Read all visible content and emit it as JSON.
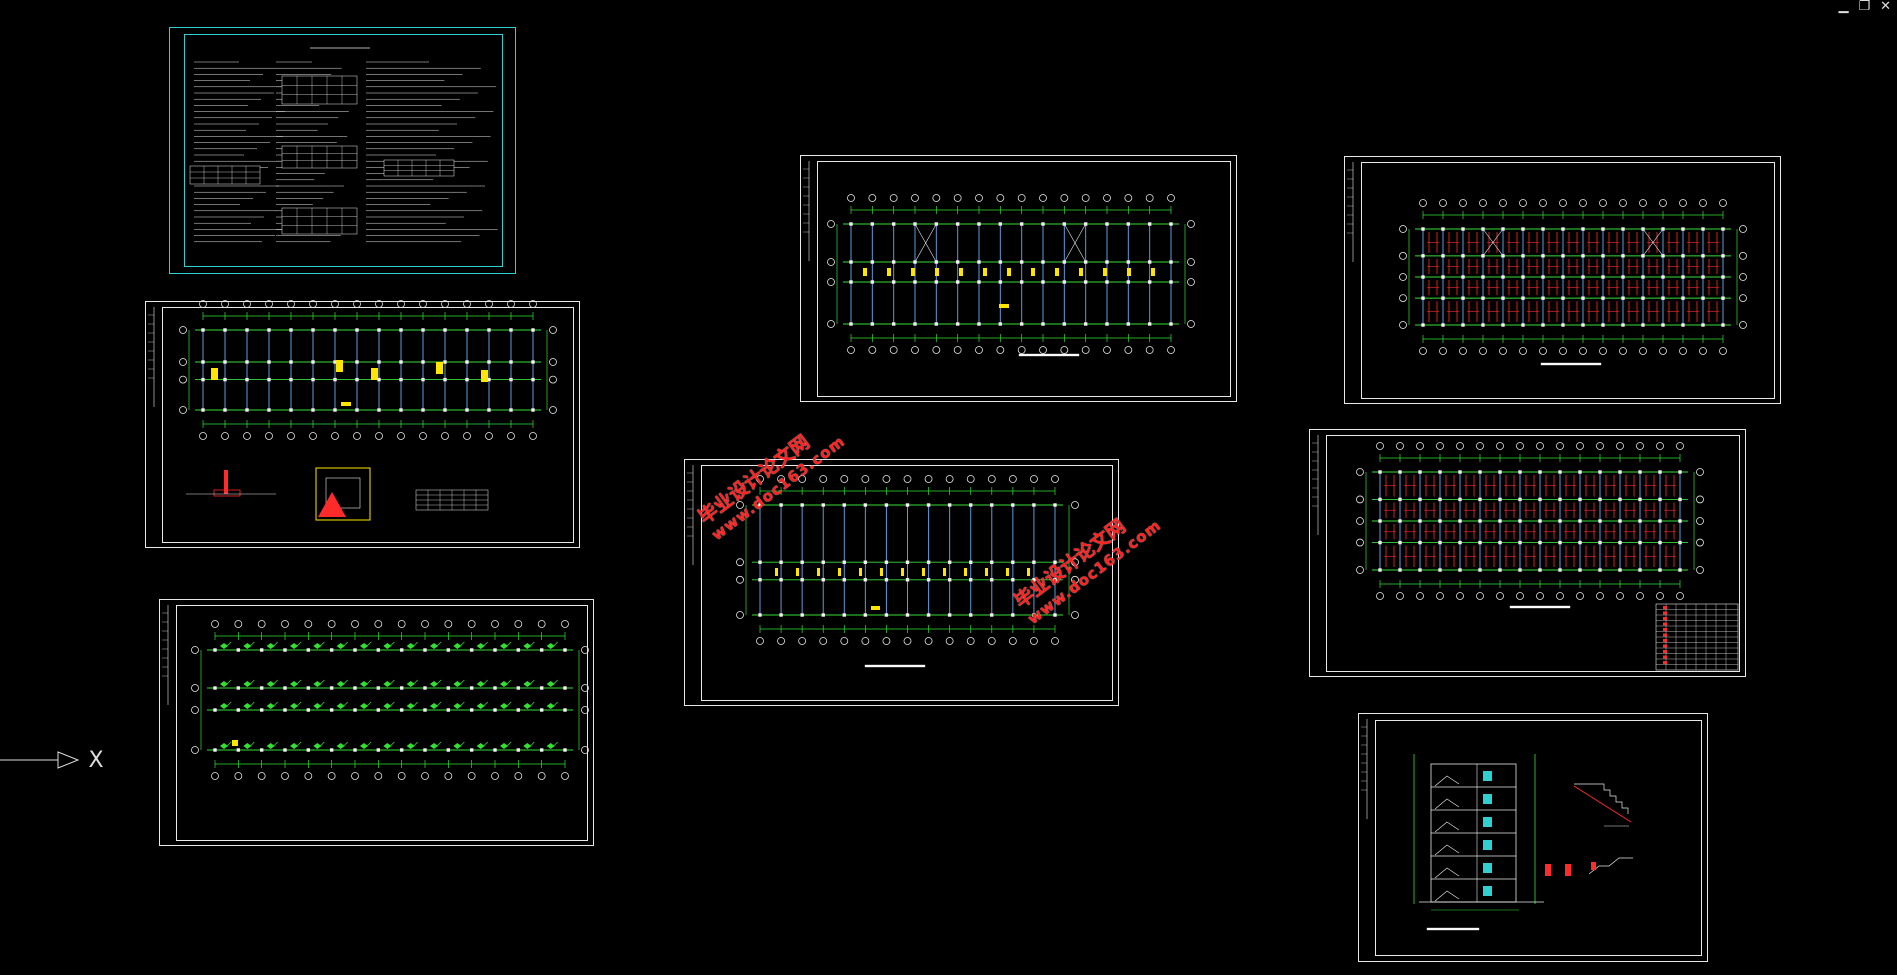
{
  "window_controls": {
    "minimize": "▁",
    "restore": "❐",
    "close": "✕"
  },
  "ucs": {
    "x_label": "X"
  },
  "watermarks": [
    {
      "line1": "毕业设计论文网",
      "line2": "www.doc163.com"
    },
    {
      "line1": "毕业设计论文网",
      "line2": "www.doc163.com"
    }
  ],
  "colors": {
    "background": "#000000",
    "frame": "#e8e8e8",
    "cyan": "#2fd0d0",
    "green": "#32e032",
    "column_blue": "#5a9bdc",
    "red": "#ff2a2a",
    "yellow": "#ffe600",
    "watermark": "#ff2020"
  },
  "sheets": [
    {
      "id": "design-notes",
      "kind": "notes"
    },
    {
      "id": "foundation-plan",
      "kind": "plan-detail"
    },
    {
      "id": "column-plan",
      "kind": "plan-columns"
    },
    {
      "id": "floor-plan-1",
      "kind": "plan"
    },
    {
      "id": "floor-plan-2",
      "kind": "plan"
    },
    {
      "id": "beam-plan-1",
      "kind": "plan-red"
    },
    {
      "id": "beam-plan-2",
      "kind": "plan-red-table"
    },
    {
      "id": "stair-section",
      "kind": "section"
    }
  ]
}
